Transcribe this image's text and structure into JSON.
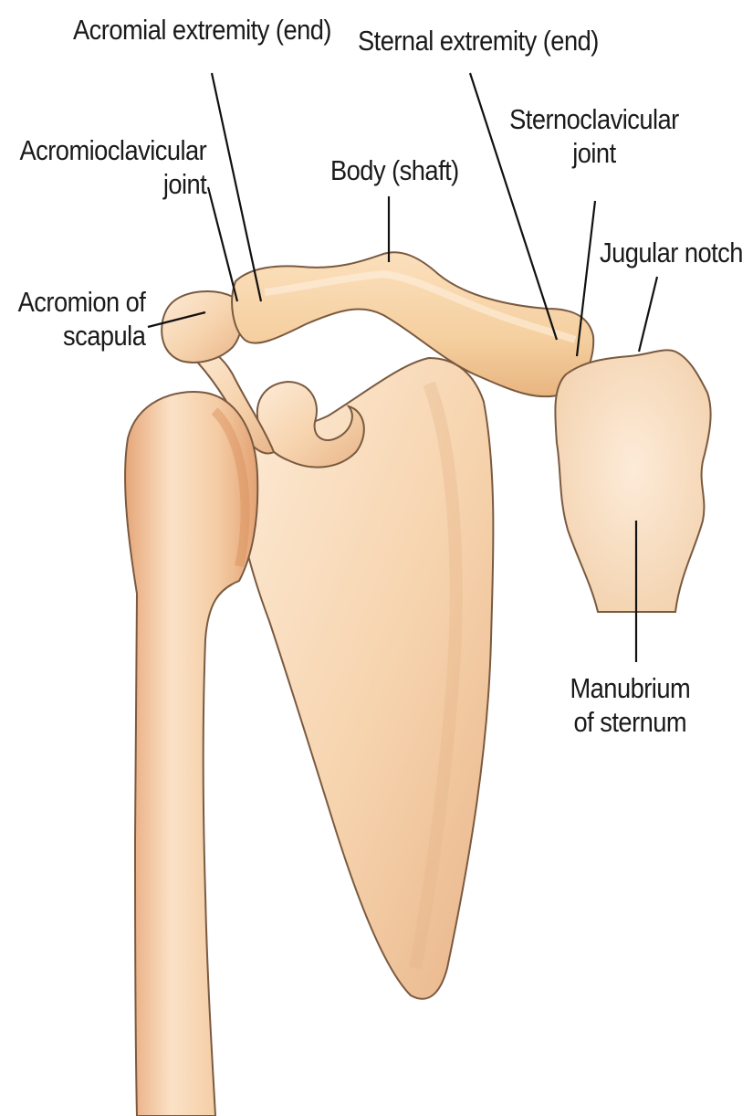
{
  "labels": {
    "acromial_extremity": "Acromial extremity (end)",
    "sternal_extremity": "Sternal extremity (end)",
    "acromioclavicular_joint": [
      "Acromioclavicular",
      "joint"
    ],
    "sternoclavicular_joint": [
      "Sternoclavicular",
      "joint"
    ],
    "body_shaft": "Body (shaft)",
    "jugular_notch": "Jugular notch",
    "acromion_of_scapula": [
      "Acromion of",
      "scapula"
    ],
    "manubrium_of_sternum": [
      "Manubrium",
      "of sternum"
    ]
  },
  "colors": {
    "bone_fill": "#f6d3ad",
    "bone_shadow": "#e4a77a",
    "bone_highlight": "#fdebd6",
    "outline": "#7a5a40",
    "leader_line": "#111111"
  }
}
